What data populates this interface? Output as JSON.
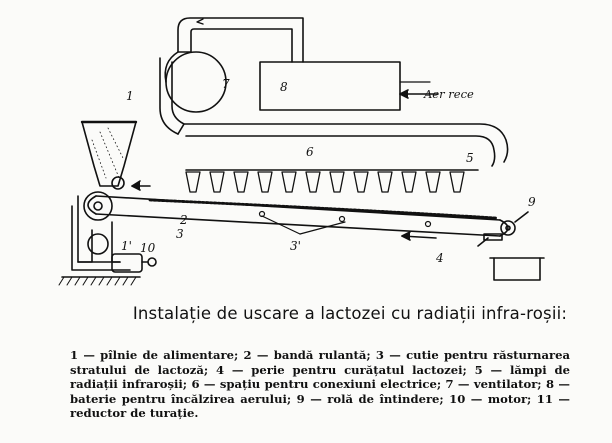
{
  "figure": {
    "labels": {
      "n1": "1",
      "n1p": "1'",
      "n2": "2",
      "n3": "3",
      "n3p": "3'",
      "n4": "4",
      "n5": "5",
      "n6": "6",
      "n7": "7",
      "n8": "8",
      "n9": "9",
      "n10": "10",
      "aer_rece": "Aer rece"
    }
  },
  "caption": {
    "title": "Instalație de uscare a lactozei cu radiații infra-roșii:",
    "legend": "1 — pîlnie de alimentare; 2 — bandă rulantă; 3 — cutie pentru răsturnarea stratului de lactoză; 4 — perie pentru curățatul lactozei; 5 — lămpi de radiații infraroșii; 6 — spațiu pentru conexiuni electrice; 7 — ventilator; 8 — baterie pentru încălzirea aerului; 9 — rolă de întindere; 10 — motor; 11 — reductor de turație."
  }
}
